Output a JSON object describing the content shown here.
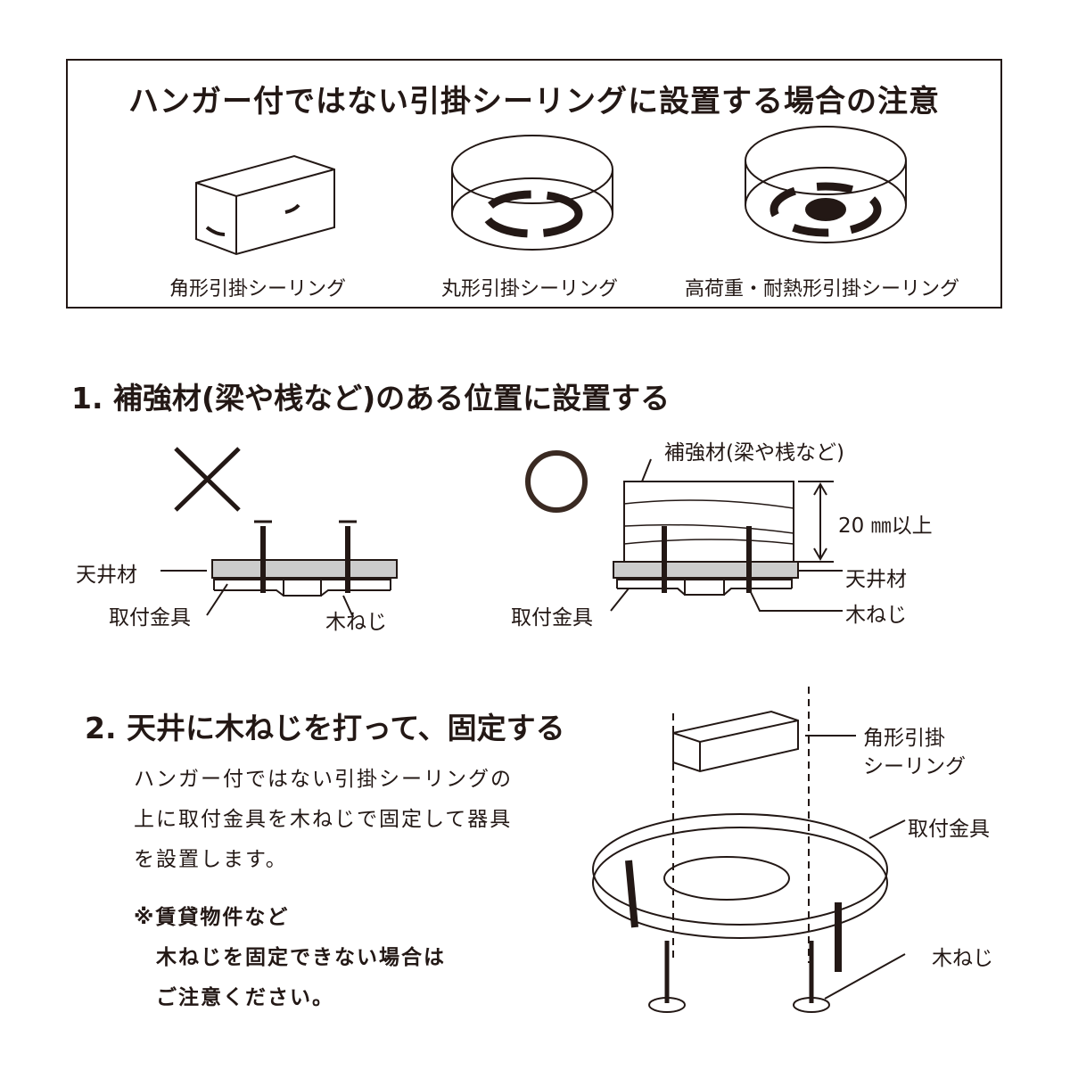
{
  "header": {
    "title": "ハンガー付ではない引掛シーリングに設置する場合の注意"
  },
  "types": [
    {
      "label": "角形引掛シーリング"
    },
    {
      "label": "丸形引掛シーリング"
    },
    {
      "label": "高荷重・耐熱形引掛シーリング"
    }
  ],
  "section1": {
    "heading": "1. 補強材(梁や桟など)のある位置に設置する",
    "bad_mark": "✕",
    "good_mark": "○",
    "bad_labels": {
      "ceiling": "天井材",
      "bracket": "取付金具",
      "screw": "木ねじ"
    },
    "good_labels": {
      "reinforcement": "補強材(梁や桟など)",
      "thickness": "20 ㎜以上",
      "ceiling": "天井材",
      "bracket": "取付金具",
      "screw": "木ねじ"
    }
  },
  "section2": {
    "heading": "2. 天井に木ねじを打って、固定する",
    "body": [
      "ハンガー付ではない引掛シーリングの",
      "上に取付金具を木ねじで固定して器具",
      "を設置します。"
    ],
    "note": [
      "※賃貸物件など",
      "　木ねじを固定できない場合は",
      "　ご注意ください。"
    ],
    "labels": {
      "ceiling_rose_line1": "角形引掛",
      "ceiling_rose_line2": "シーリング",
      "bracket": "取付金具",
      "screw": "木ねじ"
    }
  }
}
